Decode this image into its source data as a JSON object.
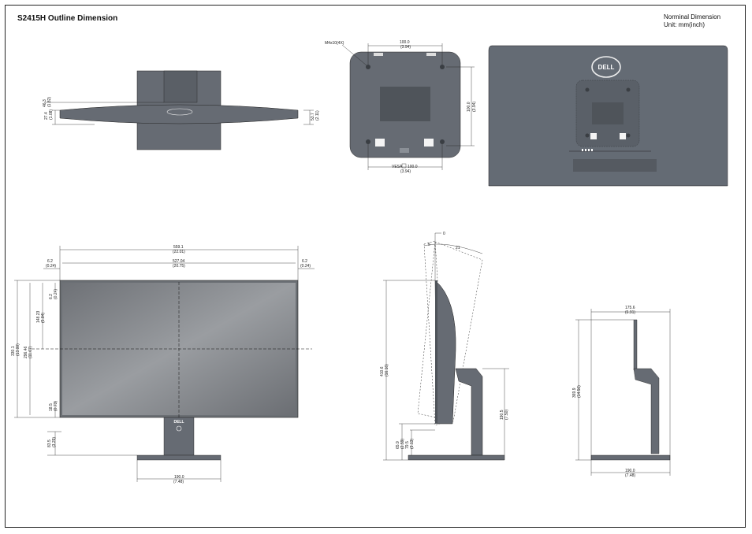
{
  "title": "S2415H Outline Dimension",
  "units_note": {
    "line1": "Norminal Dimension",
    "line2": "Unit: mm(inch)"
  },
  "brand": "DELL",
  "colors": {
    "body": "#646b74",
    "panel": "#888c92",
    "line": "#111111",
    "frame": "#222222"
  },
  "top_view": {
    "dims": {
      "a": "27.4",
      "a_in": "(1.08)",
      "b": "46.3",
      "b_in": "(1.82)",
      "c": "53.7",
      "c_in": "(2.11)"
    }
  },
  "vesa_view": {
    "screw_label": "M4x10(4X)",
    "top": "100.0",
    "top_in": "(3.94)",
    "side": "100.0",
    "side_in": "(3.94)",
    "bottom_label": "VESA",
    "bottom": "100.0",
    "bottom_in": "(3.94)"
  },
  "front_view": {
    "overall_width": "559.1",
    "overall_width_in": "(22.01)",
    "active_width": "527.04",
    "active_width_in": "(20.75)",
    "bezel_left": "6.2",
    "bezel_left_in": "(0.24)",
    "bezel_right": "6.2",
    "bezel_right_in": "(0.24)",
    "overall_height": "330.1",
    "overall_height_in": "(13.00)",
    "active_height": "296.46",
    "active_height_in": "(11.67)",
    "half_height": "148.23",
    "half_height_in": "(5.84)",
    "bezel_top": "6.2",
    "bezel_top_in": "(0.24)",
    "bezel_bottom": "18.5",
    "bezel_bottom_in": "(0.73)",
    "gap": "83.5",
    "gap_in": "(3.29)",
    "stand_width": "190.0",
    "stand_width_in": "(7.48)"
  },
  "tilt_view": {
    "angle_zero": "0",
    "angle_back": "21",
    "angle_fwd": "5",
    "total_height": "410.6",
    "total_height_in": "(16.16)",
    "stand_height": "190.5",
    "stand_height_in": "(7.50)",
    "gap1": "65.9",
    "gap1_in": "(2.59)",
    "gap2": "79.5",
    "gap2_in": "(3.13)"
  },
  "side_view": {
    "depth_top": "175.6",
    "depth_top_in": "(6.91)",
    "height": "369.9",
    "height_in": "(14.56)",
    "base_depth": "190.0",
    "base_depth_in": "(7.48)"
  }
}
